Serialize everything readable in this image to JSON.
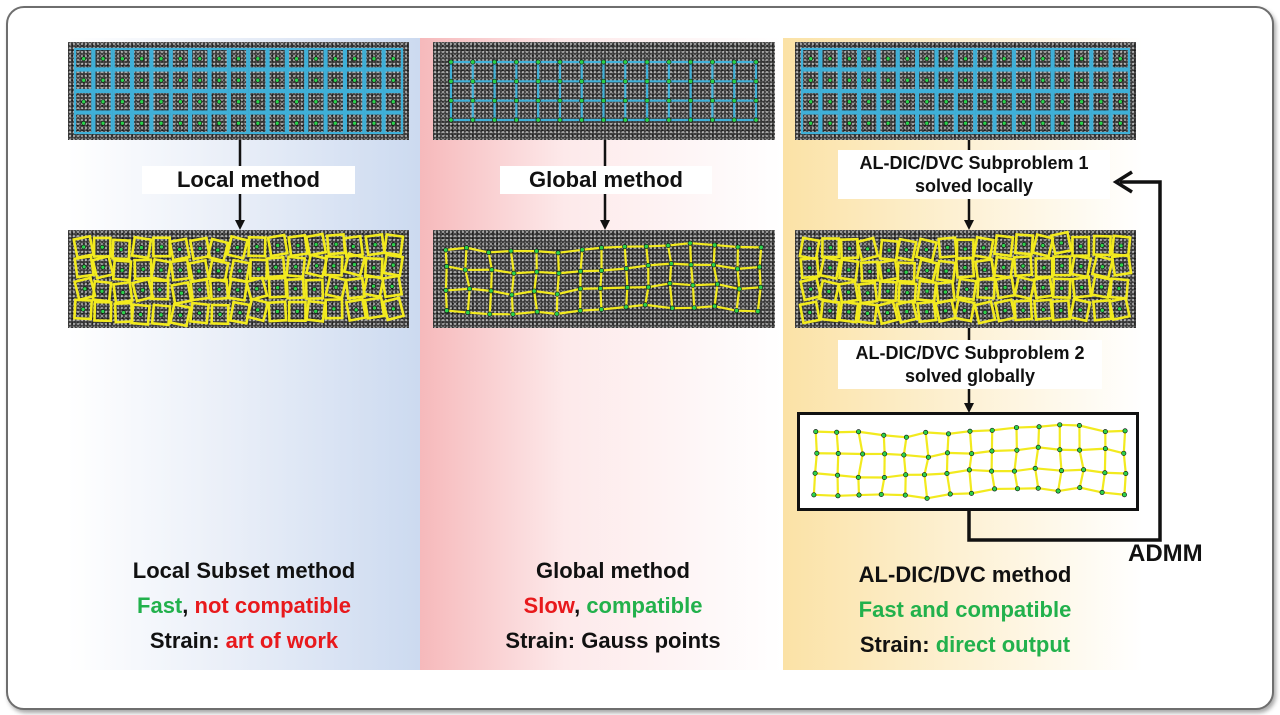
{
  "colors": {
    "grid_undeformed": "#3fb0d8",
    "grid_deformed": "#f2ea1e",
    "node": "#2bd14b",
    "good": "#22b14c",
    "bad": "#e8191c"
  },
  "panels": {
    "local": {
      "step_label": "Local method",
      "title": "Local Subset method",
      "speed": "Fast",
      "sep": ",",
      "compat": "not compatible",
      "strain_prefix": "Strain:",
      "strain_value": "art of work"
    },
    "global": {
      "step_label": "Global method",
      "title": "Global method",
      "speed": "Slow",
      "sep": ",",
      "compat": "compatible",
      "strain_prefix": "Strain:",
      "strain_value": "Gauss points"
    },
    "al": {
      "sub1_line1": "AL-DIC/DVC Subproblem 1",
      "sub1_line2": "solved locally",
      "sub2_line1": "AL-DIC/DVC Subproblem 2",
      "sub2_line2": "solved globally",
      "loop_label": "ADMM",
      "title": "AL-DIC/DVC method",
      "summary": "Fast and compatible",
      "strain_prefix": "Strain:",
      "strain_value": "direct output"
    }
  }
}
